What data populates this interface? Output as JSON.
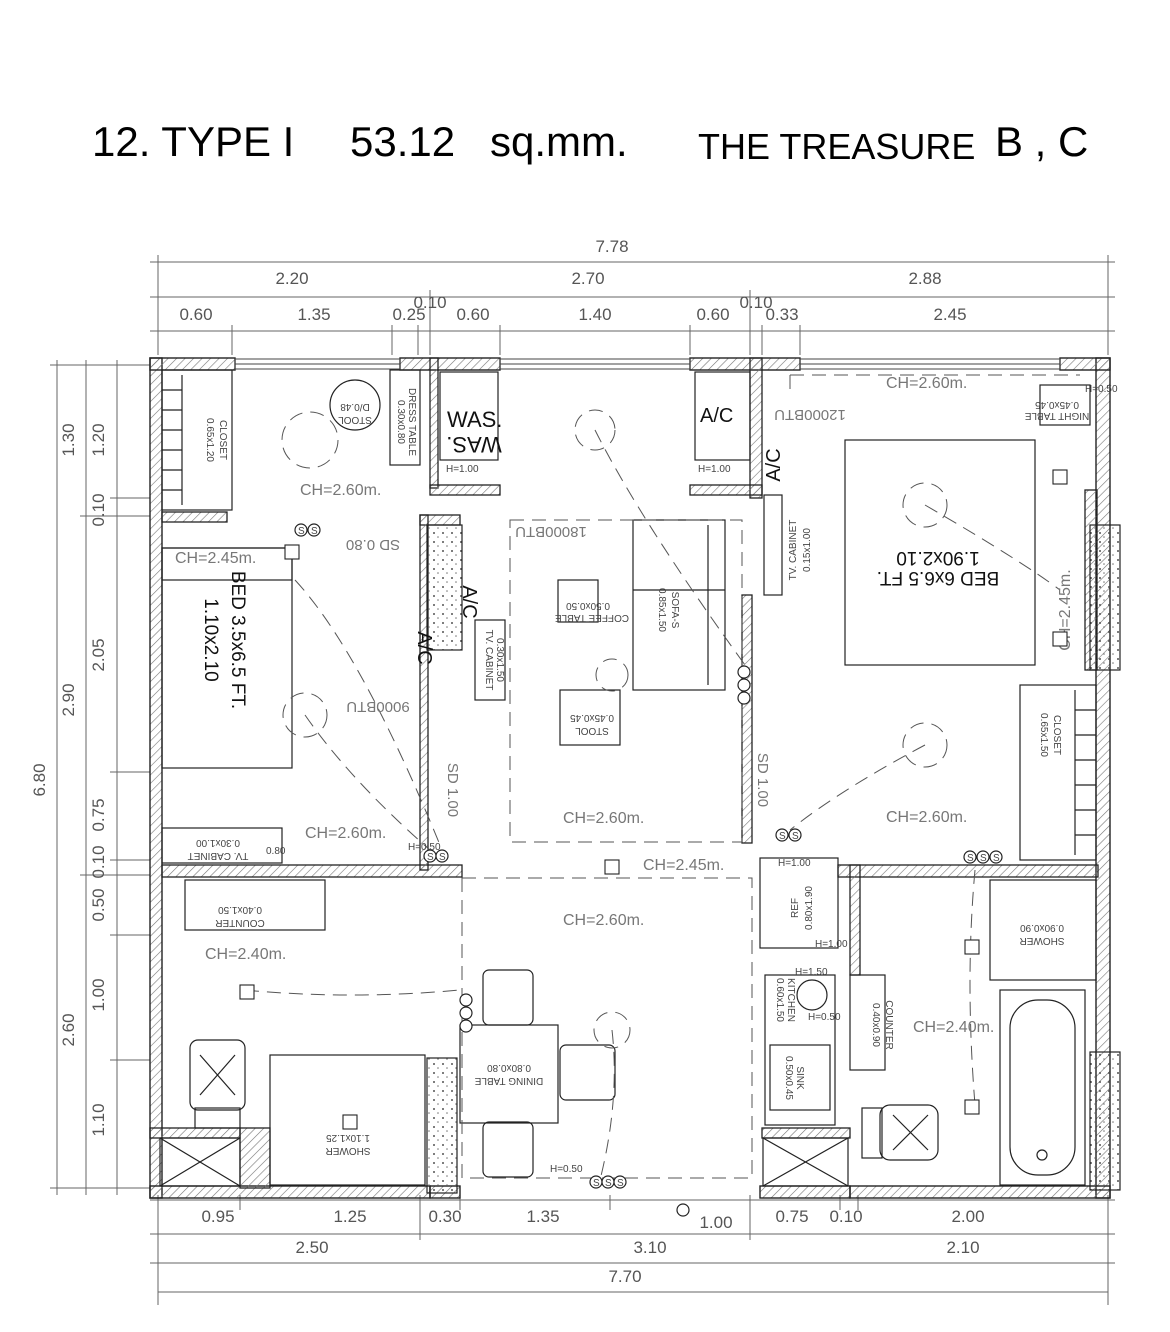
{
  "title": {
    "type": "12. TYPE I",
    "area": "53.12",
    "unit": "sq.mm.",
    "project": "THE TREASURE",
    "buildings": "B , C"
  },
  "dims_top": {
    "overall": "7.78",
    "row2": [
      "2.20",
      "2.70",
      "2.88"
    ],
    "row3": [
      "0.60",
      "1.35",
      "0.25",
      "0.10",
      "0.60",
      "1.40",
      "0.60",
      "0.10",
      "0.33",
      "2.45"
    ]
  },
  "dims_bottom": {
    "row1": [
      "0.95",
      "1.25",
      "0.30",
      "1.35",
      "1.00",
      "0.75",
      "0.10",
      "2.00"
    ],
    "row2": [
      "2.50",
      "3.10",
      "2.10"
    ],
    "overall": "7.70"
  },
  "dims_left": {
    "overall": "6.80",
    "col2": [
      "1.30",
      "2.90",
      "2.60"
    ],
    "col3": [
      "1.20",
      "0.10",
      "2.05",
      "0.75",
      "0.10",
      "0.50",
      "1.00",
      "1.10"
    ]
  },
  "ceiling": {
    "ch260": "CH=2.60m.",
    "ch245": "CH=2.45m.",
    "ch240": "CH=2.40m."
  },
  "furniture": {
    "closet": "CLOSET",
    "closet1_size": "0.65x1.20",
    "closet2_size": "0.65x1.50",
    "stool": "STOOL",
    "stool1_size": "D/0.48",
    "stool2_size": "0.45x0.45",
    "dress_table": "DRESS TABLE",
    "dress_table_size": "0.30x0.80",
    "was": "WAS.",
    "ac": "A/C",
    "h100": "H=1.00",
    "h050": "H=0.50",
    "h150": "H=1.50",
    "btu12": "12000BTU",
    "btu18": "18000BTU",
    "btu9": "9000BTU",
    "night_table": "NIGHT TABLE",
    "night_table_size": "0.45x0.45",
    "bed_master": "BED 6x6.5 FT.",
    "bed_master_size": "1.90x2.10",
    "bed_small": "BED 3.5x6.5 FT.",
    "bed_small_size": "1.10x2.10",
    "sd080": "SD 0.80",
    "sd100": "SD 1.00",
    "tv_cabinet": "TV. CABINET",
    "tv1_size": "0.15x1.00",
    "tv2_size": "0.30x1.50",
    "tv3_size": "0.30x1.00",
    "sofa": "SOFA-S",
    "sofa_size": "0.85x1.50",
    "coffee_table": "COFFEE TABLE",
    "coffee_size": "0.50x0.50",
    "counter": "COUNTER",
    "counter1_size": "0.40x1.50",
    "counter2_size": "0.40x0.90",
    "ref": "REF",
    "ref_size": "0.80x1.90",
    "shower": "SHOWER",
    "shower1_size": "0.90x0.90",
    "shower2_size": "1.10x1.25",
    "dining_table": "DINING TABLE",
    "dining_size": "0.80x0.80",
    "kitchen": "KITCHEN",
    "kitchen_size": "0.60x1.50",
    "sink": "SINK",
    "sink_size": "0.50x0.45",
    "h080": "0.80",
    "ss": "S"
  }
}
